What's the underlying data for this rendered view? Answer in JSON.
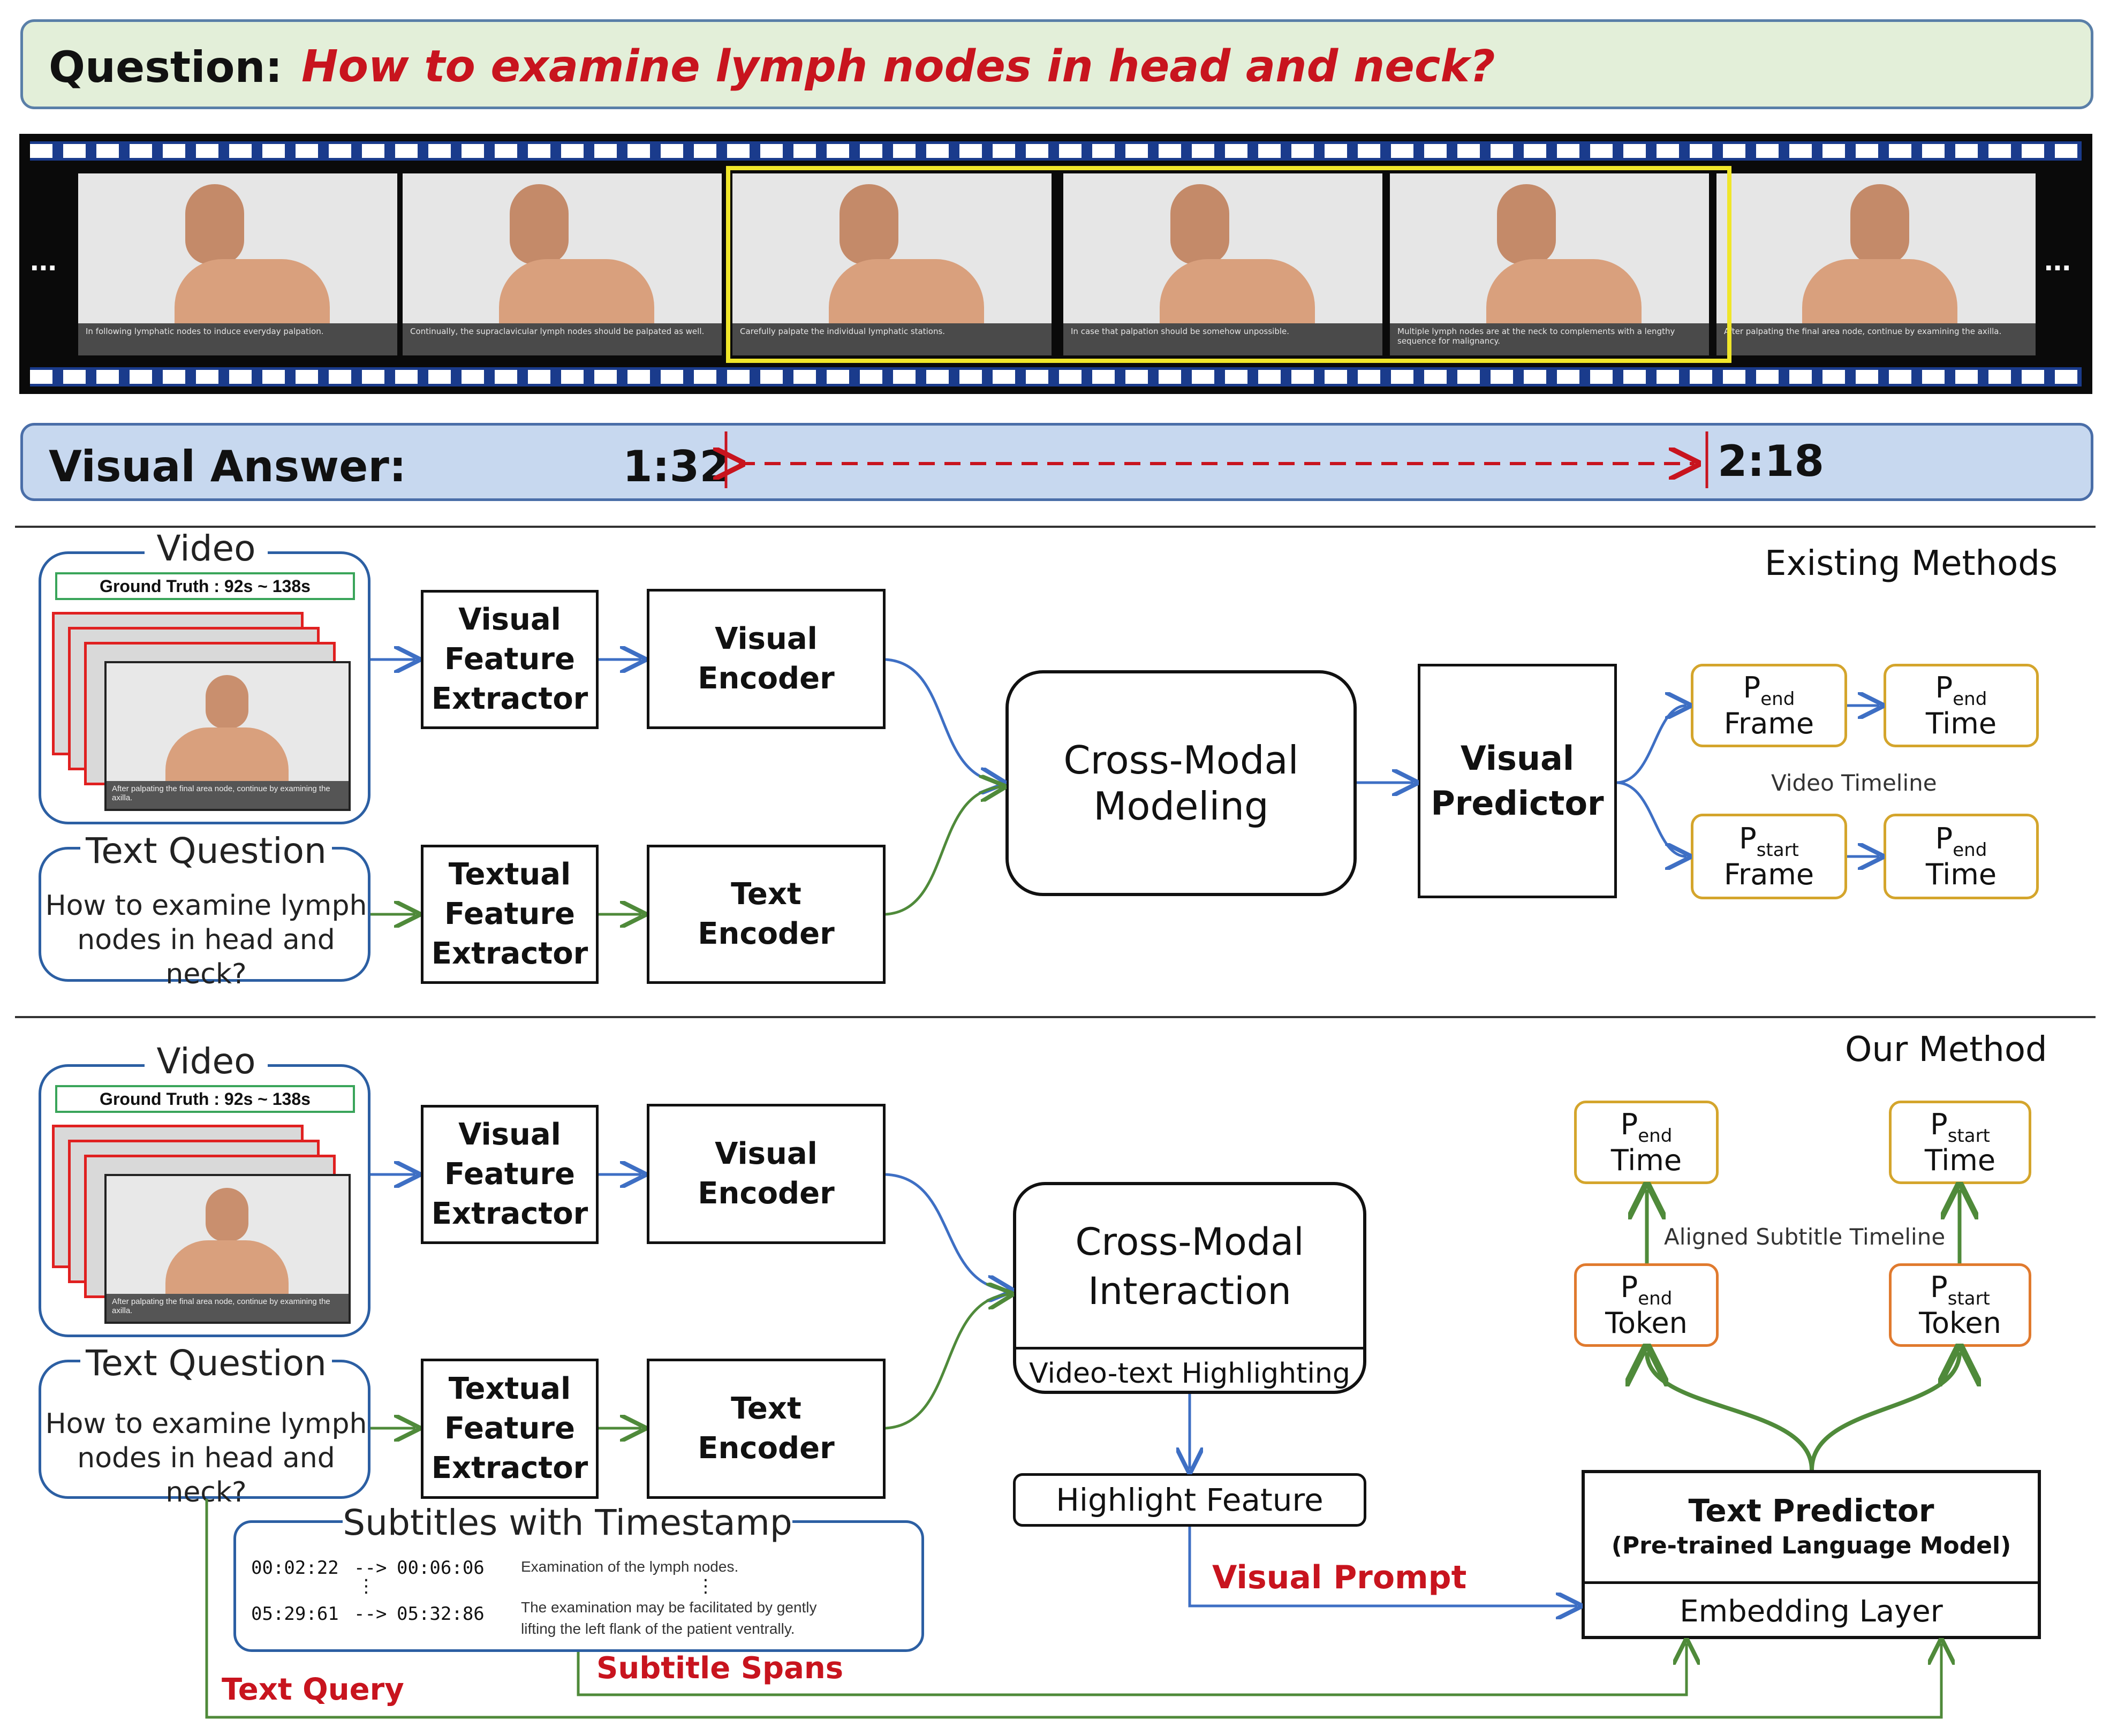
{
  "question": {
    "label": "Question:",
    "text": "How to examine lymph nodes in head and neck?"
  },
  "filmstrip": {
    "left_ellipsis": "...",
    "right_ellipsis": "...",
    "captions": [
      "In following lymphatic nodes to induce everyday palpation.",
      "Continually, the supraclavicular lymph nodes should be palpated as well.",
      "Carefully palpate the individual lymphatic stations.",
      "In case that palpation should be somehow unpossible.",
      "Multiple lymph nodes are at the neck to complements with a lengthy sequence for malignancy.",
      "After palpating the final area node, continue by examining the axilla."
    ]
  },
  "visual_answer": {
    "label": "Visual Answer:",
    "start": "1:32",
    "end": "2:18"
  },
  "existing": {
    "section_title": "Existing Methods",
    "video_title": "Video",
    "ground_truth": "Ground Truth : 92s ~ 138s",
    "text_question_title": "Text Question",
    "text_question": "How to examine lymph\nnodes in head and neck?",
    "visual_feature_extractor": "Visual\nFeature\nExtractor",
    "visual_encoder": "Visual\nEncoder",
    "textual_feature_extractor": "Textual\nFeature\nExtractor",
    "text_encoder": "Text\nEncoder",
    "cross_modal": "Cross-Modal\nModeling",
    "visual_predictor": "Visual\nPredictor",
    "timeline_label": "Video Timeline",
    "p_end_frame": {
      "p": "P",
      "sub": "end",
      "word": "Frame"
    },
    "p_end_time": {
      "p": "P",
      "sub": "end",
      "word": "Time"
    },
    "p_start_frame": {
      "p": "P",
      "sub": "start",
      "word": "Frame"
    },
    "p_end_time2": {
      "p": "P",
      "sub": "end",
      "word": "Time"
    },
    "frame_caption": "After palpating the final area node, continue by examining the axilla."
  },
  "ours": {
    "section_title": "Our Method",
    "video_title": "Video",
    "ground_truth": "Ground Truth : 92s ~ 138s",
    "text_question_title": "Text Question",
    "text_question": "How to examine lymph\nnodes in head and neck?",
    "visual_feature_extractor": "Visual\nFeature\nExtractor",
    "visual_encoder": "Visual\nEncoder",
    "textual_feature_extractor": "Textual\nFeature\nExtractor",
    "text_encoder": "Text\nEncoder",
    "cross_modal_interaction": "Cross-Modal\nInteraction",
    "video_text_highlighting": "Video-text Highlighting",
    "highlight_feature": "Highlight Feature",
    "visual_prompt": "Visual Prompt",
    "subtitles_title": "Subtitles with Timestamp",
    "subtitle_rows": [
      {
        "start": "00:02:22",
        "arrow": "-->",
        "end": "00:06:06",
        "text": "Examination of the lymph nodes."
      },
      {
        "start": "05:29:61",
        "arrow": "-->",
        "end": "05:32:86",
        "text": "The examination may be facilitated by gently\nlifting the left flank of the patient ventrally."
      }
    ],
    "subtitle_dots": "⋮",
    "subtitle_spans": "Subtitle Spans",
    "text_query": "Text Query",
    "text_predictor": "Text Predictor",
    "text_predictor_sub": "(Pre-trained Language Model)",
    "embedding_layer": "Embedding Layer",
    "aligned_timeline": "Aligned Subtitle Timeline",
    "p_end_time": {
      "p": "P",
      "sub": "end",
      "word": "Time"
    },
    "p_start_time": {
      "p": "P",
      "sub": "start",
      "word": "Time"
    },
    "p_end_token": {
      "p": "P",
      "sub": "end",
      "word": "Token"
    },
    "p_start_token": {
      "p": "P",
      "sub": "start",
      "word": "Token"
    },
    "frame_caption": "After palpating the final area node, continue by examining the axilla."
  }
}
